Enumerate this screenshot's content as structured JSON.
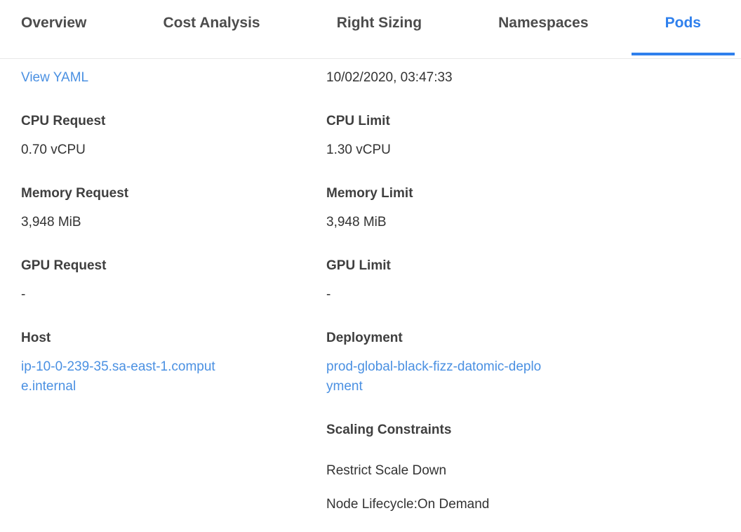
{
  "tabs": {
    "items": [
      {
        "label": "Overview",
        "active": false
      },
      {
        "label": "Cost Analysis",
        "active": false
      },
      {
        "label": "Right Sizing",
        "active": false
      },
      {
        "label": "Namespaces",
        "active": false
      },
      {
        "label": "Pods",
        "active": true
      }
    ]
  },
  "details": {
    "view_yaml_label": "View YAML",
    "timestamp": "10/02/2020, 03:47:33",
    "fields_left": [
      {
        "label": "CPU Request",
        "value": "0.70 vCPU"
      },
      {
        "label": "Memory Request",
        "value": "3,948 MiB"
      },
      {
        "label": "GPU Request",
        "value": "-"
      },
      {
        "label": "Host",
        "value": "ip-10-0-239-35.sa-east-1.compute.internal"
      }
    ],
    "fields_right": [
      {
        "label": "CPU Limit",
        "value": "1.30 vCPU"
      },
      {
        "label": "Memory Limit",
        "value": "3,948 MiB"
      },
      {
        "label": "GPU Limit",
        "value": "-"
      },
      {
        "label": "Deployment",
        "value": "prod-global-black-fizz-datomic-deployment"
      }
    ],
    "scaling": {
      "label": "Scaling Constraints",
      "items": [
        "Restrict Scale Down",
        "Node Lifecycle:On Demand"
      ]
    }
  },
  "colors": {
    "accent_blue": "#2f80ed",
    "link_blue": "#4a90e2",
    "label_gray": "#3f3f3f",
    "value_gray": "#333333",
    "tab_inactive_gray": "#4c4c4c",
    "divider_gray": "#e8e8e8"
  }
}
